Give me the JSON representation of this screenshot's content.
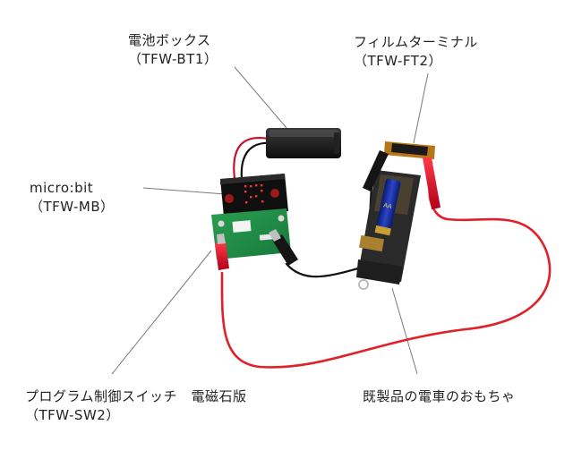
{
  "labels": {
    "battery_box": {
      "line1": "電池ボックス",
      "line2": "（TFW-BT1）"
    },
    "microbit": {
      "line1": "micro:bit",
      "line2": "（TFW-MB）"
    },
    "film_terminal": {
      "line1": "フィルムターミナル",
      "line2": "（TFW-FT2）"
    },
    "switch": {
      "line1": "プログラム制御スイッチ　電磁石版",
      "line2": "（TFW-SW2）"
    },
    "train_toy": {
      "line1": "既製品の電車のおもちゃ"
    }
  },
  "battery_text": "AA"
}
